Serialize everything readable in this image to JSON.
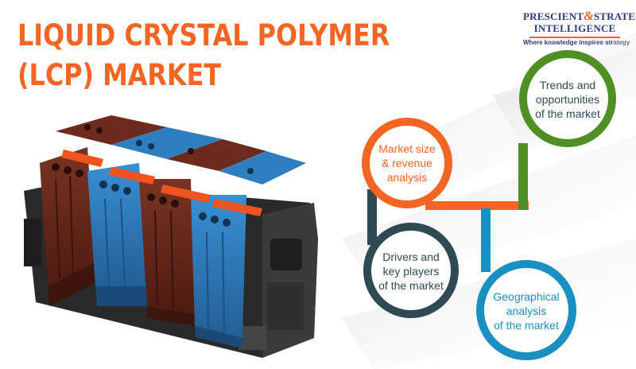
{
  "title": {
    "line1": "LIQUID CRYSTAL POLYMER",
    "line2": "(LCP) MARKET"
  },
  "logo": {
    "name_part1": "PRESCIENT",
    "ampersand": "&",
    "name_part2": "STRATEGIC",
    "name_part3": "INTELLIGENCE",
    "tagline": "Where knowledge inspires strategy"
  },
  "topics": [
    {
      "lines": [
        "Market size",
        "& revenue",
        "analysis"
      ],
      "color": "#f26522"
    },
    {
      "lines": [
        "Trends and",
        "opportunities",
        "of the market"
      ],
      "color": "#4f8f24"
    },
    {
      "lines": [
        "Drivers and",
        "key players",
        "of the market"
      ],
      "color": "#2f4a52"
    },
    {
      "lines": [
        "Geographical",
        "analysis",
        "of the market"
      ],
      "color": "#1a8fc2"
    }
  ],
  "colors": {
    "title": "#f26522",
    "logo_blue": "#2a3d7a",
    "terminal_brown": "#6e2a1d",
    "terminal_blue": "#2f7fc0",
    "terminal_orange": "#f2541f"
  },
  "icons": [
    "terminal-block-image"
  ]
}
